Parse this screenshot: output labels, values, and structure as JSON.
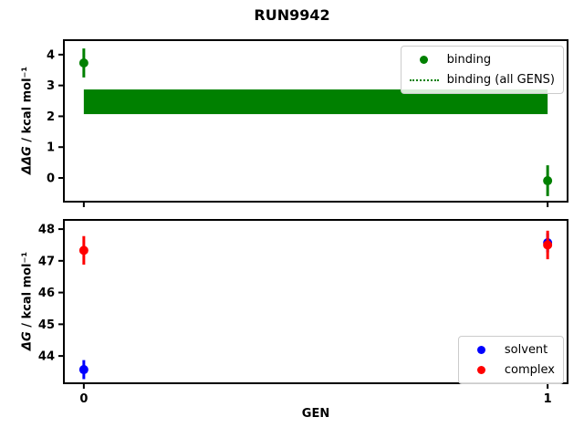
{
  "figure": {
    "title": "RUN9942",
    "background": "#ffffff",
    "axis_color": "#000000",
    "xlabel": "GEN"
  },
  "chart_data": [
    {
      "type": "scatter",
      "subplot": "top",
      "ylabel": "ΔΔG / kcal mol⁻¹",
      "ylabel_symbol": "ΔΔG",
      "ylabel_rest": " / kcal mol⁻¹",
      "xlabel": "",
      "xlim": [
        -0.043,
        1.043
      ],
      "ylim": [
        -0.77,
        4.47
      ],
      "xticks": [
        0,
        1
      ],
      "show_xtick_labels": false,
      "yticks": [
        0,
        1,
        2,
        3,
        4
      ],
      "grid": false,
      "series": [
        {
          "name": "binding",
          "color": "#008000",
          "marker": "circle",
          "x": [
            0,
            1
          ],
          "y": [
            3.73,
            -0.09
          ],
          "yerr": [
            0.47,
            0.5
          ]
        }
      ],
      "band": {
        "label": "binding (all GENS)",
        "color": "#008000",
        "x_range": [
          0,
          1
        ],
        "y_low": 2.07,
        "y_high": 2.87
      },
      "legend": {
        "position": "upper right",
        "entries": [
          {
            "label": "binding",
            "marker": "dot",
            "color": "#008000"
          },
          {
            "label": "binding (all GENS)",
            "marker": "dotted-line",
            "color": "#008000"
          }
        ]
      }
    },
    {
      "type": "scatter",
      "subplot": "bottom",
      "ylabel": "ΔG / kcal mol⁻¹",
      "ylabel_symbol": "ΔG",
      "ylabel_rest": " / kcal mol⁻¹",
      "xlabel": "GEN",
      "xlim": [
        -0.043,
        1.043
      ],
      "ylim": [
        43.14,
        48.29
      ],
      "xticks": [
        0,
        1
      ],
      "show_xtick_labels": true,
      "yticks": [
        44,
        45,
        46,
        47,
        48
      ],
      "grid": false,
      "series": [
        {
          "name": "solvent",
          "color": "#0000ff",
          "marker": "circle",
          "x": [
            0,
            1
          ],
          "y": [
            43.57,
            47.57
          ],
          "yerr": [
            0.3,
            0.3
          ]
        },
        {
          "name": "complex",
          "color": "#ff0000",
          "marker": "circle",
          "x": [
            0,
            1
          ],
          "y": [
            47.33,
            47.5
          ],
          "yerr": [
            0.45,
            0.45
          ]
        }
      ],
      "legend": {
        "position": "lower right",
        "entries": [
          {
            "label": "solvent",
            "marker": "dot",
            "color": "#0000ff"
          },
          {
            "label": "complex",
            "marker": "dot",
            "color": "#ff0000"
          }
        ]
      }
    }
  ]
}
